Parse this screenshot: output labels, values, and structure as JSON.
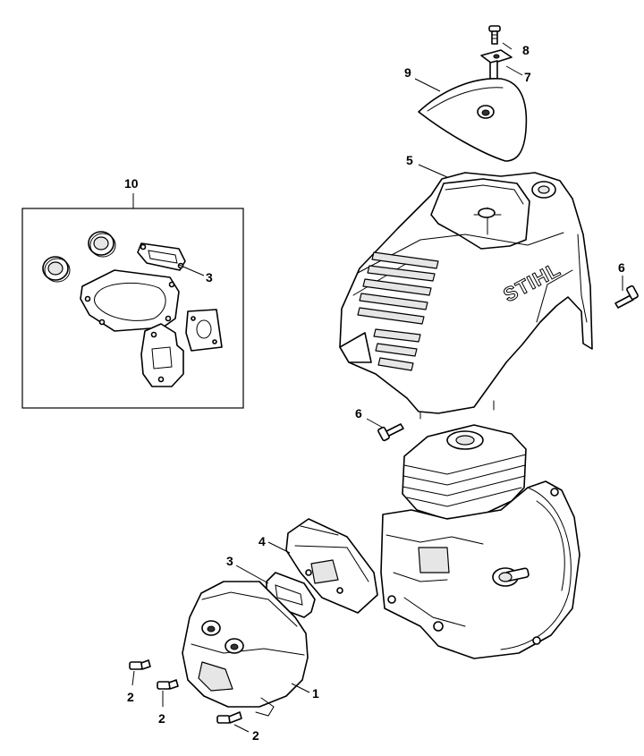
{
  "diagram": {
    "callouts": {
      "c8": "8",
      "c7": "7",
      "c9": "9",
      "c5": "5",
      "c10": "10",
      "c3_kit": "3",
      "c6_right": "6",
      "c6_mid": "6",
      "c4": "4",
      "c3_gasket": "3",
      "c1": "1",
      "c2_left": "2",
      "c2_mid": "2",
      "c2_bottom": "2"
    },
    "shroud_logo": "STIHL"
  }
}
